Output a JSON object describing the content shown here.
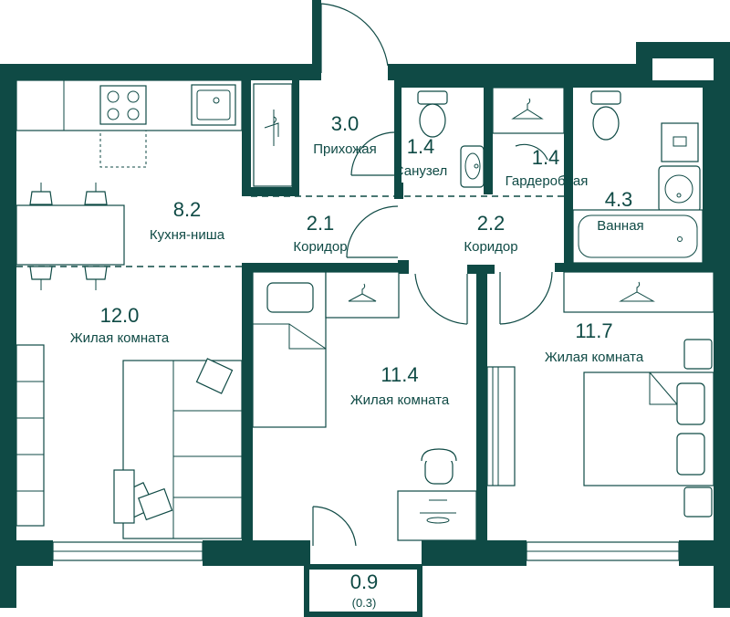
{
  "colors": {
    "wall": "#0f4a45",
    "background": "#ffffff"
  },
  "rooms": {
    "hallway": {
      "area": "3.0",
      "name": "Прихожая"
    },
    "wc": {
      "area": "1.4",
      "name": "Санузел"
    },
    "wardrobe": {
      "area": "1.4",
      "name": "Гардеробная"
    },
    "bathroom": {
      "area": "4.3",
      "name": "Ванная"
    },
    "kitchen": {
      "area": "8.2",
      "name": "Кухня-ниша"
    },
    "corridor1": {
      "area": "2.1",
      "name": "Коридор"
    },
    "corridor2": {
      "area": "2.2",
      "name": "Коридор"
    },
    "living1": {
      "area": "12.0",
      "name": "Жилая комната"
    },
    "living2": {
      "area": "11.4",
      "name": "Жилая комната"
    },
    "living3": {
      "area": "11.7",
      "name": "Жилая комната"
    },
    "balcony": {
      "area": "0.9",
      "coef": "(0.3)"
    }
  },
  "icons": [
    "stove-icon",
    "sink-icon",
    "toilet-icon",
    "washbasin-icon",
    "bathtub-icon",
    "washing-machine-icon",
    "hanger-icon",
    "bed-icon",
    "sofa-icon",
    "desk-icon",
    "chair-icon",
    "dining-table-icon",
    "door-icon"
  ]
}
